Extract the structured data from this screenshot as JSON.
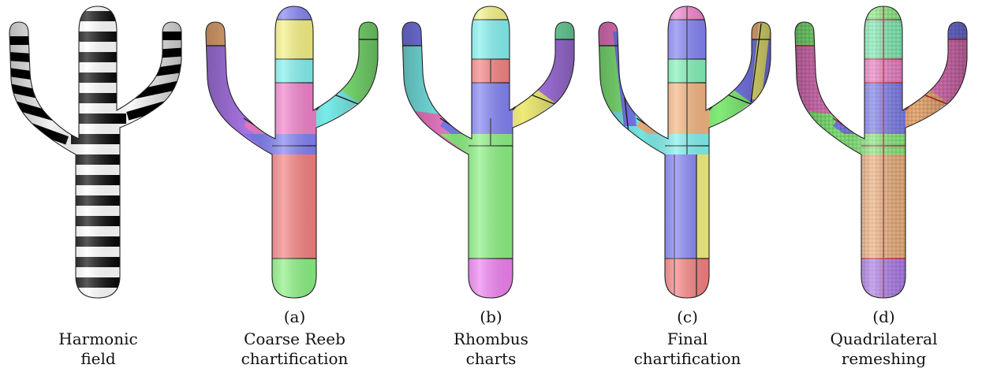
{
  "figure": {
    "panels": [
      {
        "id": "harmonic",
        "sublabel": "",
        "caption_lines": [
          "Harmonic",
          "field"
        ],
        "render": "stripes"
      },
      {
        "id": "coarse",
        "sublabel": "(a)",
        "caption_lines": [
          "Coarse Reeb",
          "chartification"
        ],
        "render": "coarse"
      },
      {
        "id": "rhombus",
        "sublabel": "(b)",
        "caption_lines": [
          "Rhombus",
          "charts"
        ],
        "render": "rhombus"
      },
      {
        "id": "final",
        "sublabel": "(c)",
        "caption_lines": [
          "Final",
          "chartification"
        ],
        "render": "final"
      },
      {
        "id": "quad",
        "sublabel": "(d)",
        "caption_lines": [
          "Quadrilateral",
          "remeshing"
        ],
        "render": "quad"
      }
    ],
    "colors": {
      "red": "#f47c7c",
      "green": "#86f07c",
      "yellow": "#f3f07c",
      "cyan": "#7cf0ee",
      "blue": "#7c7cf2",
      "pink": "#f07cc8",
      "purple": "#b07cf0",
      "orange": "#f3b27c",
      "magenta": "#ee7cf0",
      "mint": "#7cf0b4",
      "stripe_dark": "#000000",
      "stripe_light": "#ffffff"
    }
  }
}
